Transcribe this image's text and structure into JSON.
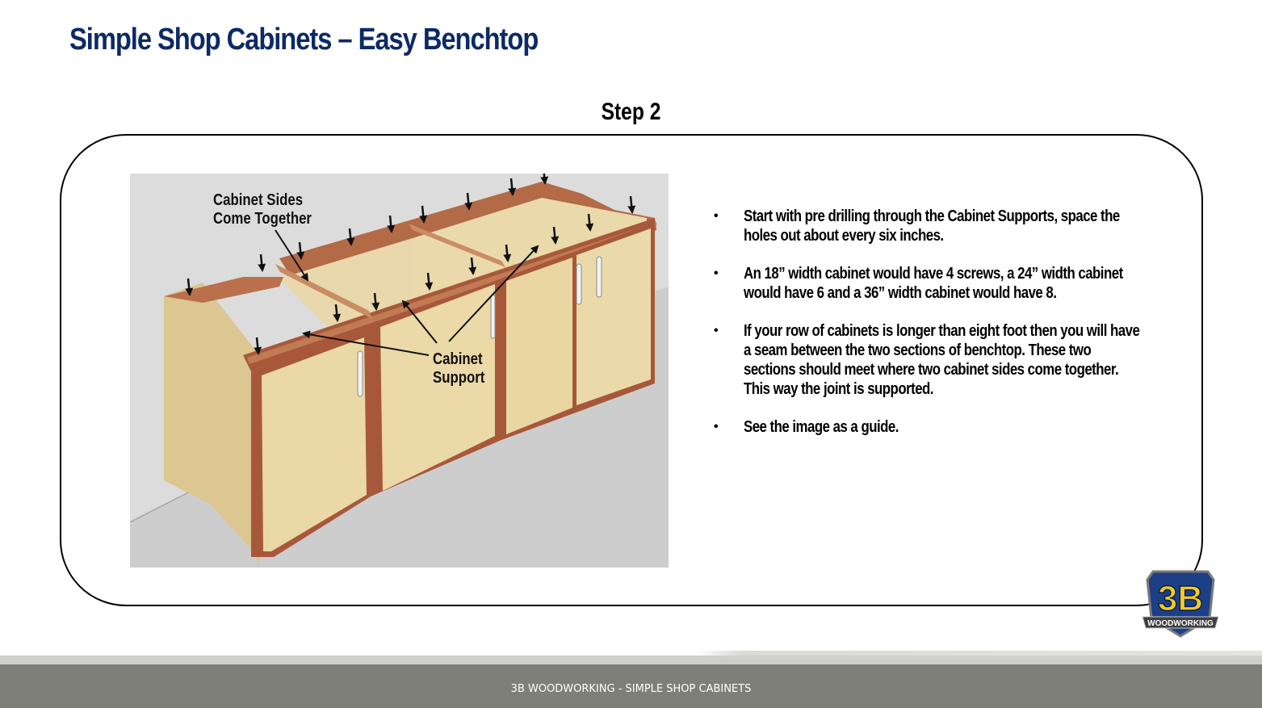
{
  "slide": {
    "title": "Simple Shop Cabinets – Easy Benchtop",
    "step": "Step 2"
  },
  "figure": {
    "label_sides": [
      "Cabinet Sides",
      "Come Together"
    ],
    "label_support": [
      "Cabinet",
      "Support"
    ]
  },
  "bullets": [
    "Start with pre drilling through the  Cabinet Supports,  space the holes out about every six inches.",
    "An 18” width cabinet would have 4 screws, a 24” width cabinet would have 6 and a 36” width cabinet would have 8.",
    "If your row of cabinets is longer than eight foot then you will have a seam between the two sections of benchtop. These two sections should meet where two cabinet sides come together. This way the joint is supported.",
    "See the image as a guide."
  ],
  "bullet_symbol": "•",
  "logo": {
    "mark": "3B",
    "banner": "WOODWORKING"
  },
  "footer": {
    "text": "3B WOODWORKING - SIMPLE SHOP CABINETS"
  },
  "colors": {
    "title": "#0c2a66",
    "plywood": "#e6d3a2",
    "edge": "#a8583a",
    "footer": "#7e7f79"
  }
}
